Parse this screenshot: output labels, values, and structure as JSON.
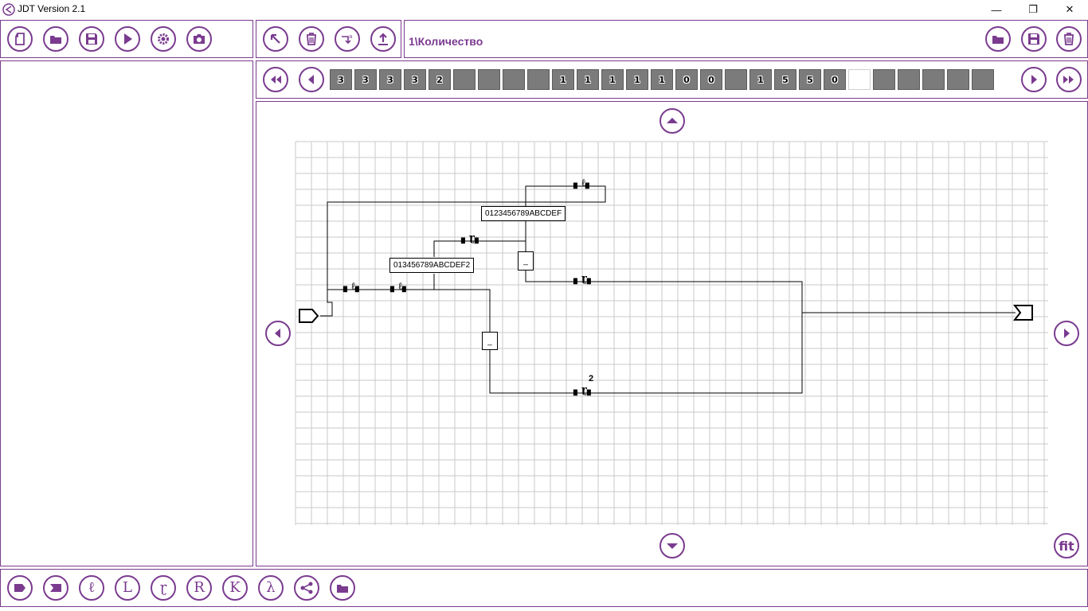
{
  "app": {
    "title": "JDT Version 2.1"
  },
  "window_controls": {
    "minimize": "—",
    "maximize": "❐",
    "close": "✕"
  },
  "toolbar_left": [
    {
      "name": "new-file-icon"
    },
    {
      "name": "open-folder-icon"
    },
    {
      "name": "save-icon"
    },
    {
      "name": "run-icon"
    },
    {
      "name": "settings-icon"
    },
    {
      "name": "camera-icon"
    }
  ],
  "toolbar_mid": [
    {
      "name": "pointer-arrow-icon"
    },
    {
      "name": "trash-icon"
    },
    {
      "name": "rename-icon"
    },
    {
      "name": "upload-icon"
    }
  ],
  "path": {
    "label": "1\\Количество"
  },
  "tape": {
    "cells": [
      "3",
      "3",
      "3",
      "3",
      "2",
      "",
      "",
      "",
      "",
      "1",
      "1",
      "1",
      "1",
      "1",
      "0",
      "0",
      "",
      "1",
      "5",
      "5",
      "0",
      "",
      "",
      "",
      "",
      "",
      ""
    ],
    "white_index": 21
  },
  "diagram": {
    "node1": "0123456789ABCDEF",
    "node2": "013456789ABCDEF2",
    "minus": "_",
    "sup2": "2"
  },
  "bottom_toolbar": [
    {
      "name": "start-shape-icon",
      "glyph": ""
    },
    {
      "name": "end-shape-icon",
      "glyph": ""
    },
    {
      "name": "script-l-icon",
      "glyph": "ℓ"
    },
    {
      "name": "letter-l-icon",
      "glyph": "L"
    },
    {
      "name": "script-r-icon",
      "glyph": "ɽ"
    },
    {
      "name": "letter-r-icon",
      "glyph": "R"
    },
    {
      "name": "letter-k-icon",
      "glyph": "K"
    },
    {
      "name": "lambda-icon",
      "glyph": "λ"
    },
    {
      "name": "share-icon",
      "glyph": ""
    },
    {
      "name": "folder-icon",
      "glyph": ""
    }
  ],
  "fit_label": "fit",
  "colors": {
    "accent": "#7a3b8f",
    "cell": "#7b7b7b",
    "grid": "#c8c8c8"
  }
}
